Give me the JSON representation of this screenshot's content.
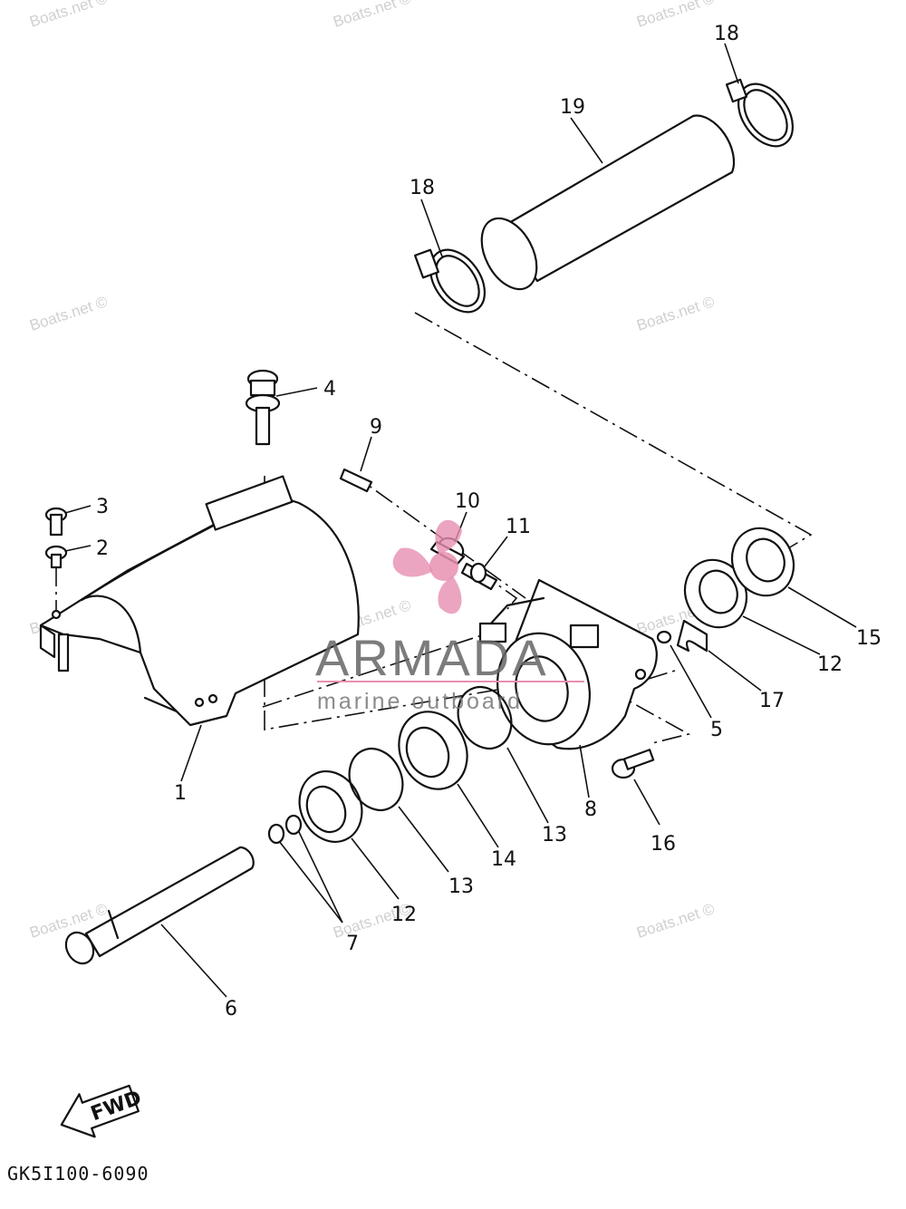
{
  "diagram_code": "GK5I100-6090",
  "fwd_label": "FWD",
  "watermark_text": "Boats.net ©",
  "brand": {
    "name": "ARMADA",
    "tagline": "marine outboard",
    "color": "#e78fb0",
    "text_color": "#666666"
  },
  "callouts": [
    {
      "id": "1",
      "text": "1"
    },
    {
      "id": "2",
      "text": "2"
    },
    {
      "id": "3",
      "text": "3"
    },
    {
      "id": "4",
      "text": "4"
    },
    {
      "id": "5",
      "text": "5"
    },
    {
      "id": "6",
      "text": "6"
    },
    {
      "id": "7",
      "text": "7"
    },
    {
      "id": "8",
      "text": "8"
    },
    {
      "id": "9",
      "text": "9"
    },
    {
      "id": "10",
      "text": "10"
    },
    {
      "id": "11",
      "text": "11"
    },
    {
      "id": "12a",
      "text": "12"
    },
    {
      "id": "12b",
      "text": "12"
    },
    {
      "id": "13a",
      "text": "13"
    },
    {
      "id": "13b",
      "text": "13"
    },
    {
      "id": "14",
      "text": "14"
    },
    {
      "id": "15",
      "text": "15"
    },
    {
      "id": "16",
      "text": "16"
    },
    {
      "id": "17",
      "text": "17"
    },
    {
      "id": "18a",
      "text": "18"
    },
    {
      "id": "18b",
      "text": "18"
    },
    {
      "id": "19",
      "text": "19"
    }
  ]
}
